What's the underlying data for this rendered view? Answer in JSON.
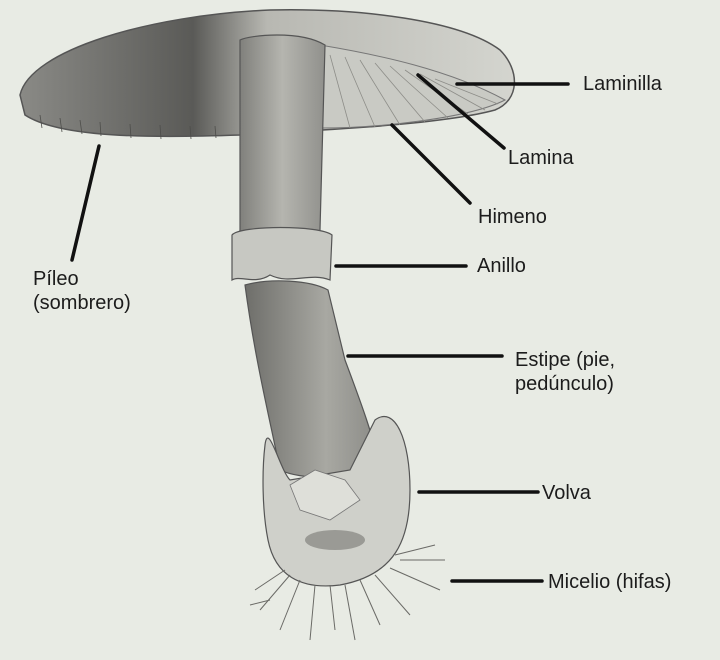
{
  "diagram": {
    "subject": "Mushroom anatomy (pencil illustration)",
    "background_color": "#e8ebe4",
    "line_color": "#111111",
    "labels": [
      {
        "id": "laminilla",
        "text": "Laminilla"
      },
      {
        "id": "lamina",
        "text": "Lamina"
      },
      {
        "id": "himeno",
        "text": "Himeno"
      },
      {
        "id": "pileo",
        "line1": "Píleo",
        "line2": "(sombrero)"
      },
      {
        "id": "anillo",
        "text": "Anillo"
      },
      {
        "id": "estipe",
        "line1": "Estipe (pie,",
        "line2": "pedúnculo)"
      },
      {
        "id": "volva",
        "text": "Volva"
      },
      {
        "id": "micelio",
        "text": "Micelio (hifas)"
      }
    ]
  }
}
